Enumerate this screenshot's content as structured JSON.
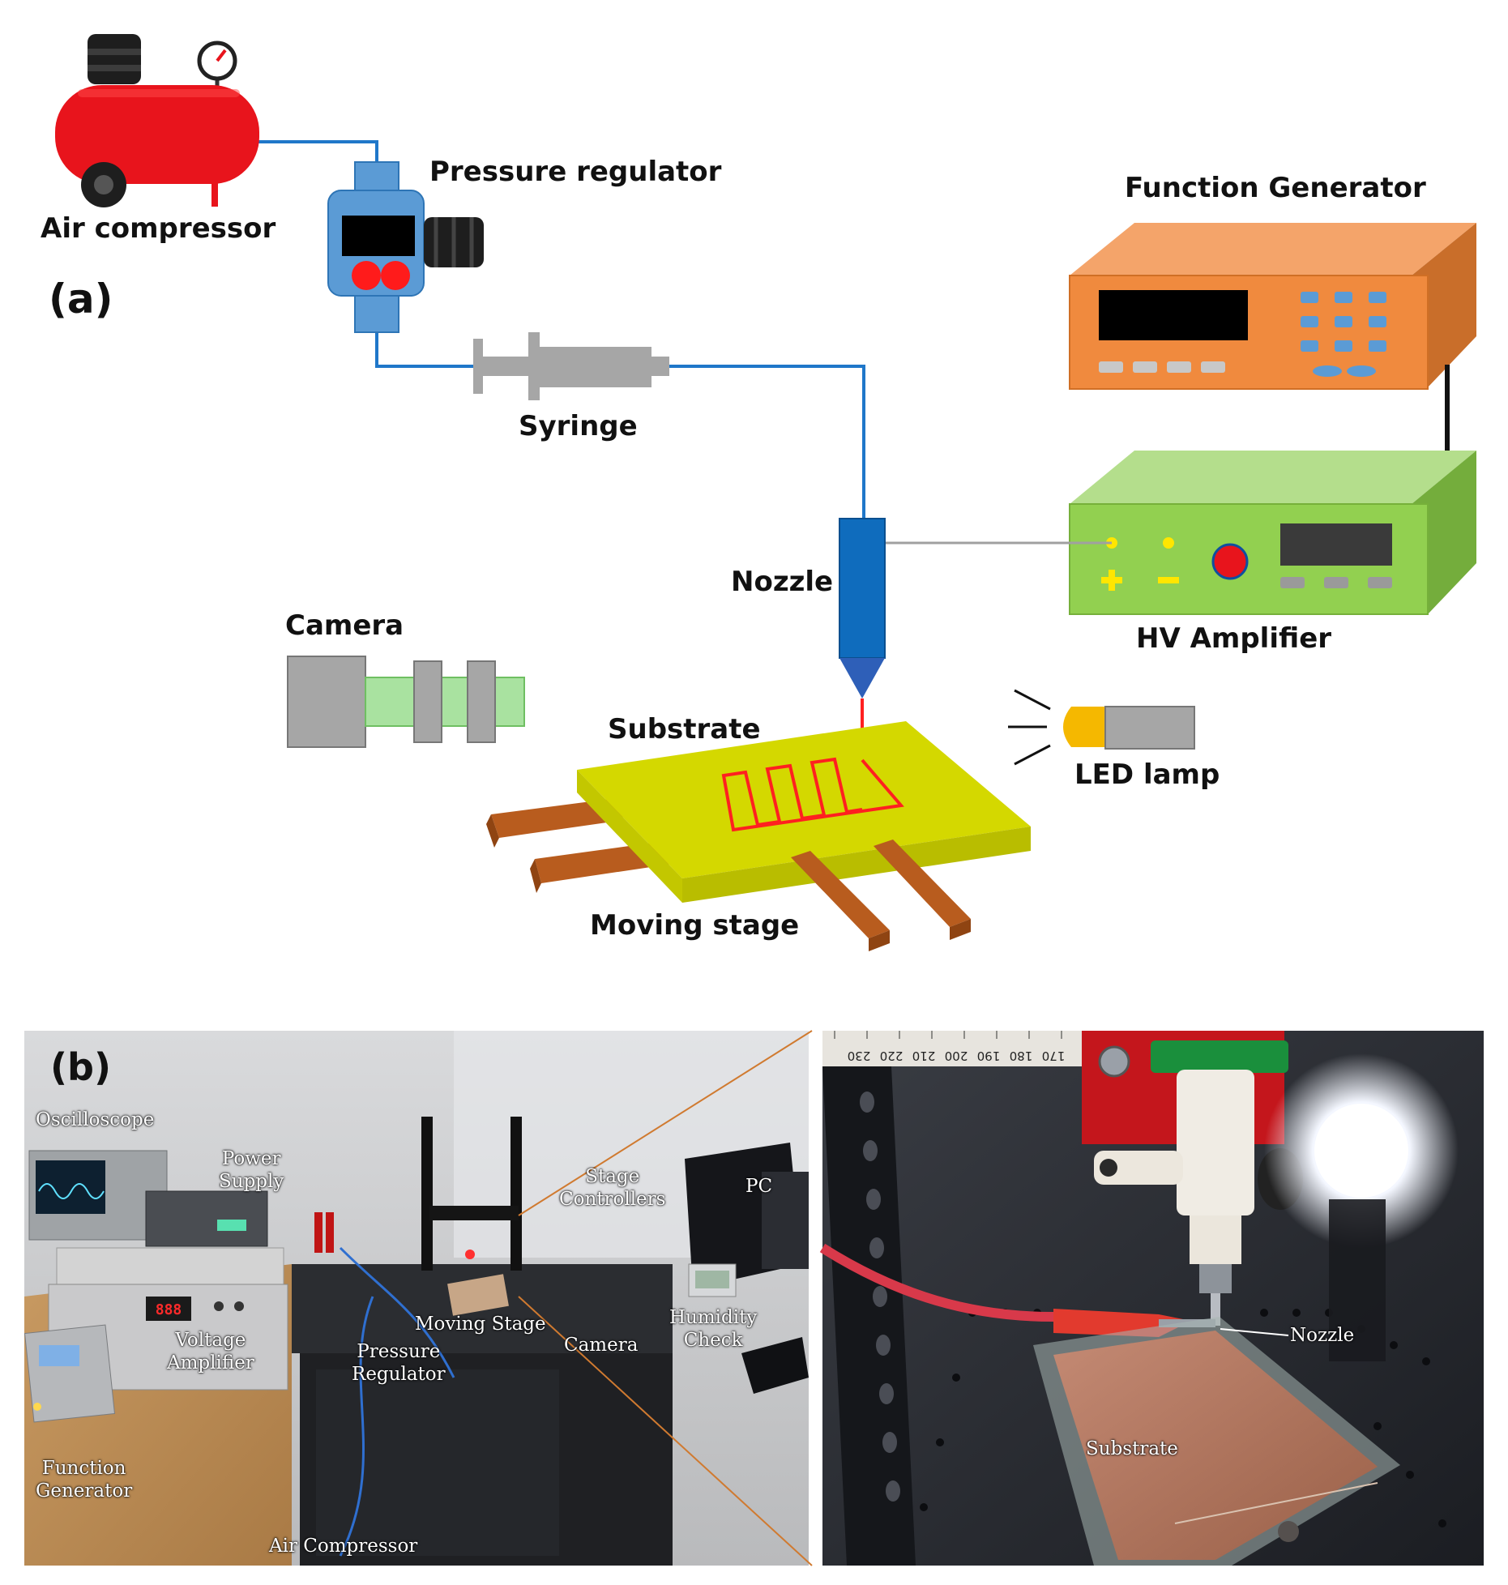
{
  "panel_a": {
    "tag": "(a)",
    "labels": {
      "air_compressor": "Air compressor",
      "pressure_regulator": "Pressure regulator",
      "syringe": "Syringe",
      "function_generator": "Function Generator",
      "hv_amplifier": "HV Amplifier",
      "nozzle": "Nozzle",
      "camera": "Camera",
      "substrate": "Substrate",
      "led_lamp": "LED lamp",
      "moving_stage": "Moving stage"
    },
    "colors": {
      "compressor": "#e8141c",
      "regulator": "#5b9bd5",
      "tubing": "#1f77c9",
      "syringe": "#a6a6a6",
      "function_generator": "#f08a3e",
      "hv_amplifier": "#92d050",
      "nozzle": "#0f6cbd",
      "substrate": "#d4d800",
      "stage_rails": "#b85c1e",
      "printed_trace": "#ff2020",
      "camera_lens": "#a9e2a0",
      "led": "#f5b800"
    }
  },
  "panel_b": {
    "tag": "(b)",
    "left_labels": {
      "oscilloscope": "Oscilloscope",
      "power_supply_1": "Power",
      "power_supply_2": "Supply",
      "stage_controllers_1": "Stage",
      "stage_controllers_2": "Controllers",
      "pc": "PC",
      "moving_stage": "Moving Stage",
      "pressure_regulator_1": "Pressure",
      "pressure_regulator_2": "Regulator",
      "voltage_amplifier_1": "Voltage",
      "voltage_amplifier_2": "Amplifier",
      "camera": "Camera",
      "humidity_1": "Humidity",
      "humidity_2": "Check",
      "function_generator_1": "Function",
      "function_generator_2": "Generator",
      "air_compressor": "Air Compressor"
    },
    "right_labels": {
      "nozzle": "Nozzle",
      "substrate": "Substrate"
    },
    "ruler_ticks": [
      "230",
      "220",
      "210",
      "200",
      "190",
      "180",
      "170"
    ]
  }
}
